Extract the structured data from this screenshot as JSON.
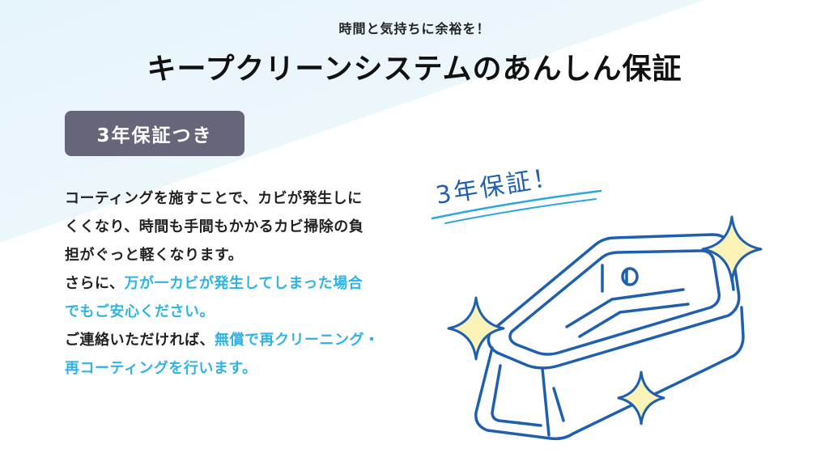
{
  "header": {
    "subtitle": "時間と気持ちに余裕を！",
    "title": "キープクリーンシステムのあんしん保証"
  },
  "badge": {
    "label": "3年保証つき"
  },
  "description": {
    "line1": "コーティングを施すことで、カビが発生しに",
    "line2": "くくなり、時間も手間もかかるカビ掃除の負",
    "line3": "担がぐっと軽くなります。",
    "line4_prefix": "さらに、",
    "line4_highlight": "万が一カビが発生してしまった場合",
    "line5_highlight": "でもご安心ください。",
    "line6_prefix": "ご連絡いただければ、",
    "line6_highlight": "無償で再クリーニング・",
    "line7_highlight": "再コーティングを行います。"
  },
  "illustration": {
    "handwritten_label": "3年保証！",
    "icon": "bathtub-with-sparkles"
  },
  "colors": {
    "badge_bg": "#66657a",
    "highlight": "#2eb4e4",
    "illustration_stroke": "#1f5fb0",
    "sparkle_fill": "#fbf3b8",
    "bg_tint": "#e9f6fc"
  }
}
